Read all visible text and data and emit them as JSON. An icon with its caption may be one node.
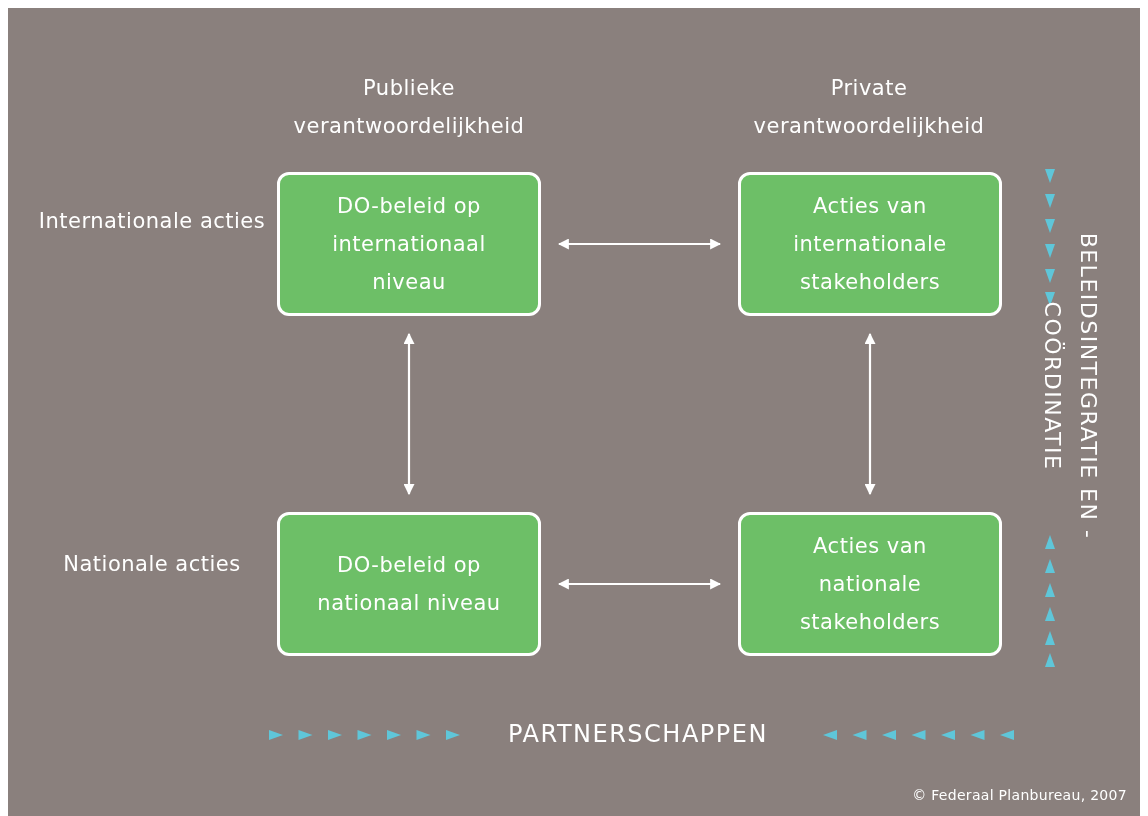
{
  "diagram": {
    "nodes": [
      {
        "text": [
          "DO-beleid op internationaal niveau"
        ]
      },
      {
        "text": [
          "Acties van internationale stakeholders"
        ]
      },
      {
        "text": [
          "DO-beleid op nationaal niveau"
        ]
      },
      {
        "text": [
          "Acties van nationale stakeholders"
        ]
      }
    ],
    "edges": [
      {
        "from": 0,
        "to": 1,
        "arrow": "both"
      },
      {
        "from": 0,
        "to": 2,
        "arrow": "both"
      },
      {
        "from": 1,
        "to": 3,
        "arrow": "both"
      },
      {
        "from": 2,
        "to": 3,
        "arrow": "both"
      }
    ],
    "labels": [
      "Publieke verantwoordelijkheid",
      "Private verantwoordelijkheid",
      "Internationale acties",
      "Nationale acties",
      "BELEIDSINTEGRATIE EN -COÖRDINATIE",
      "PARTNERSCHAPPEN",
      "© Federaal Planbureau, 2007"
    ]
  }
}
